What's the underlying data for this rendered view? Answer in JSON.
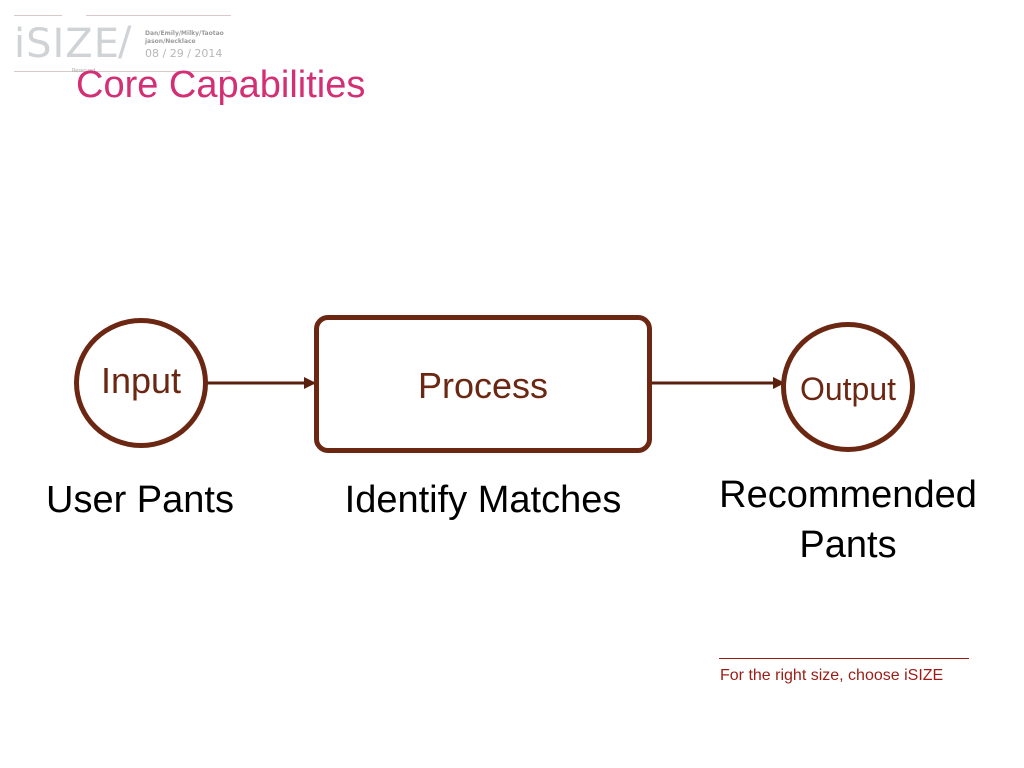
{
  "logo": {
    "word": "iSIZE",
    "slash": "/",
    "names_line1": "Dan/Emily/Milky/Taotao",
    "names_line2": "jason/Necklace",
    "date": "08 / 29 / 2014",
    "tiny": "Reserved"
  },
  "slide": {
    "title": "Core Capabilities"
  },
  "diagram": {
    "input_label": "Input",
    "process_label": "Process",
    "output_label": "Output",
    "input_caption": "User Pants",
    "process_caption": "Identify Matches",
    "output_caption_line1": "Recommended",
    "output_caption_line2": "Pants",
    "stroke_color": "#6b2712"
  },
  "footer": {
    "tagline": "For the right size, choose iSIZE",
    "color": "#9b1c14"
  },
  "colors": {
    "title": "#d32f74"
  }
}
